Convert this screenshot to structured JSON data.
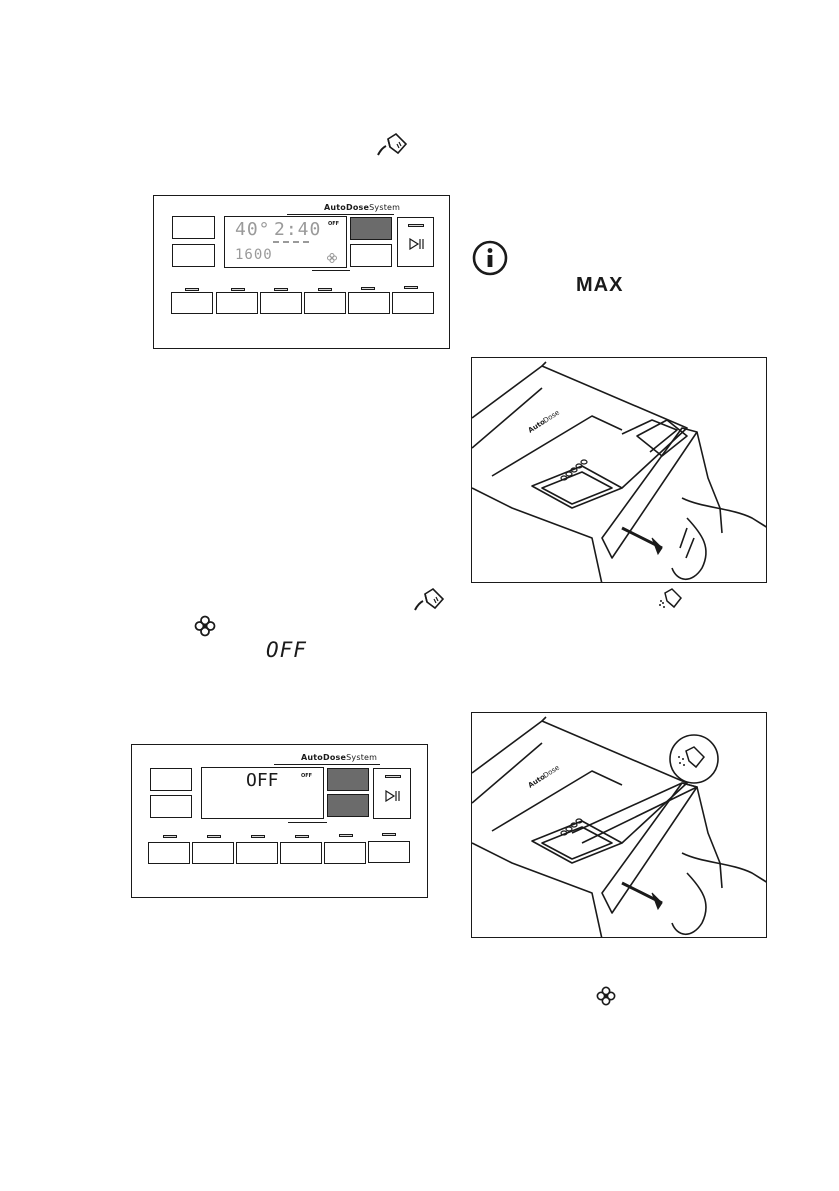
{
  "icons": {
    "detergent_dose": "detergent-bottle-icon",
    "softener": "flower-icon",
    "info": "info-icon",
    "start_pause": "play-pause-icon"
  },
  "text": {
    "max_label": "MAX",
    "off_label": "OFF"
  },
  "panel1": {
    "brand_prefix": "AutoDose",
    "brand_suffix": "System",
    "temperature": "40°",
    "time": "2:40",
    "spin": "1600",
    "off_indicator": "OFF"
  },
  "panel2": {
    "brand_prefix": "AutoDose",
    "brand_suffix": "System",
    "display": "OFF",
    "off_indicator": "OFF"
  },
  "drawer1": {
    "label_auto": "Auto",
    "label_dose": "Dose"
  },
  "drawer2": {
    "label_auto": "Auto",
    "label_dose": "Dose"
  }
}
